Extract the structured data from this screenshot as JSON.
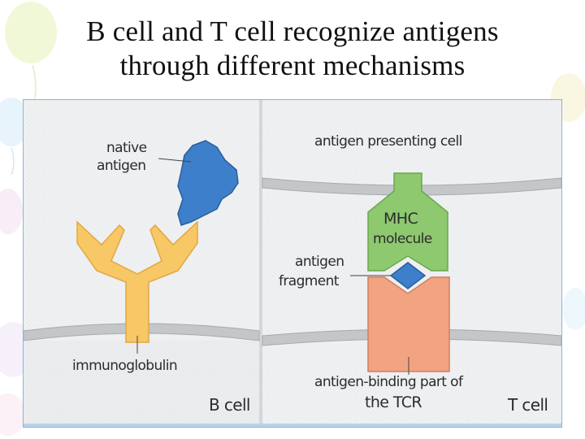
{
  "slide": {
    "title_line1": "B cell and T cell recognize antigens",
    "title_line2": "through different mechanisms"
  },
  "left_panel": {
    "native_antigen_line1": "native",
    "native_antigen_line2": "antigen",
    "immunoglobulin": "immunoglobulin",
    "cell_name": "B cell"
  },
  "right_panel": {
    "apc": "antigen presenting cell",
    "mhc_line1": "MHC",
    "mhc_line2": "molecule",
    "fragment_line1": "antigen",
    "fragment_line2": "fragment",
    "tcr_line1": "antigen-binding part of",
    "tcr_line2": "the TCR",
    "cell_name": "T cell"
  },
  "colors": {
    "antibody": "#f8c766",
    "antigen": "#3d7fca",
    "mhc": "#8ec86f",
    "tcr": "#f2a482",
    "membrane": "#c4c7ca",
    "panel": "#eef0f2"
  },
  "icons": [
    "balloon-decoration",
    "antibody-y-shape",
    "antigen-blob",
    "mhc-molecule",
    "antigen-diamond",
    "tcr-block"
  ]
}
